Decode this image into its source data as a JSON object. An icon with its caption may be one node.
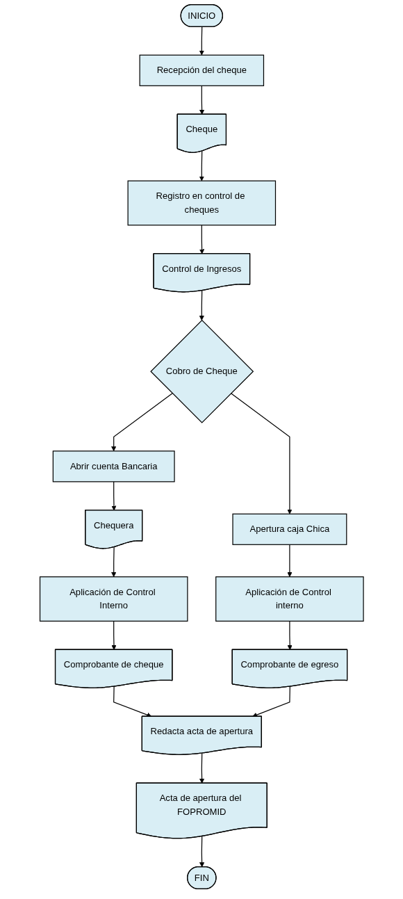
{
  "diagram": {
    "nodes": [
      {
        "text": [
          "INICIO"
        ]
      },
      {
        "text": [
          "Recepción del cheque"
        ]
      },
      {
        "text": [
          "Cheque"
        ]
      },
      {
        "text": [
          "Registro en control de cheques"
        ]
      },
      {
        "text": [
          "Control de Ingresos"
        ]
      },
      {
        "text": [
          "Cobro de Cheque"
        ]
      },
      {
        "text": [
          "Abrir cuenta Bancaria"
        ]
      },
      {
        "text": [
          "Chequera"
        ]
      },
      {
        "text": [
          "Aplicación de Control Interno"
        ]
      },
      {
        "text": [
          "Comprobante de cheque"
        ]
      },
      {
        "text": [
          "Apertura caja Chica"
        ]
      },
      {
        "text": [
          "Aplicación de Control interno"
        ]
      },
      {
        "text": [
          "Comprobante de egreso"
        ]
      },
      {
        "text": [
          "Redacta acta de apertura"
        ]
      },
      {
        "text": [
          "Acta de apertura del FOPROMID"
        ]
      },
      {
        "text": [
          "FIN"
        ]
      }
    ],
    "edges": [
      {
        "from": 0,
        "to": 1,
        "arrow": "to"
      },
      {
        "from": 1,
        "to": 2,
        "arrow": "to"
      },
      {
        "from": 2,
        "to": 3,
        "arrow": "to"
      },
      {
        "from": 3,
        "to": 4,
        "arrow": "to"
      },
      {
        "from": 4,
        "to": 5,
        "arrow": "to"
      },
      {
        "from": 5,
        "to": 6,
        "arrow": "to"
      },
      {
        "from": 5,
        "to": 10,
        "arrow": "to"
      },
      {
        "from": 6,
        "to": 7,
        "arrow": "to"
      },
      {
        "from": 7,
        "to": 8,
        "arrow": "to"
      },
      {
        "from": 8,
        "to": 9,
        "arrow": "to"
      },
      {
        "from": 10,
        "to": 11,
        "arrow": "to"
      },
      {
        "from": 11,
        "to": 12,
        "arrow": "to"
      },
      {
        "from": 9,
        "to": 13,
        "arrow": "to"
      },
      {
        "from": 12,
        "to": 13,
        "arrow": "to"
      },
      {
        "from": 13,
        "to": 14,
        "arrow": "to"
      },
      {
        "from": 14,
        "to": 15,
        "arrow": "to"
      }
    ]
  }
}
